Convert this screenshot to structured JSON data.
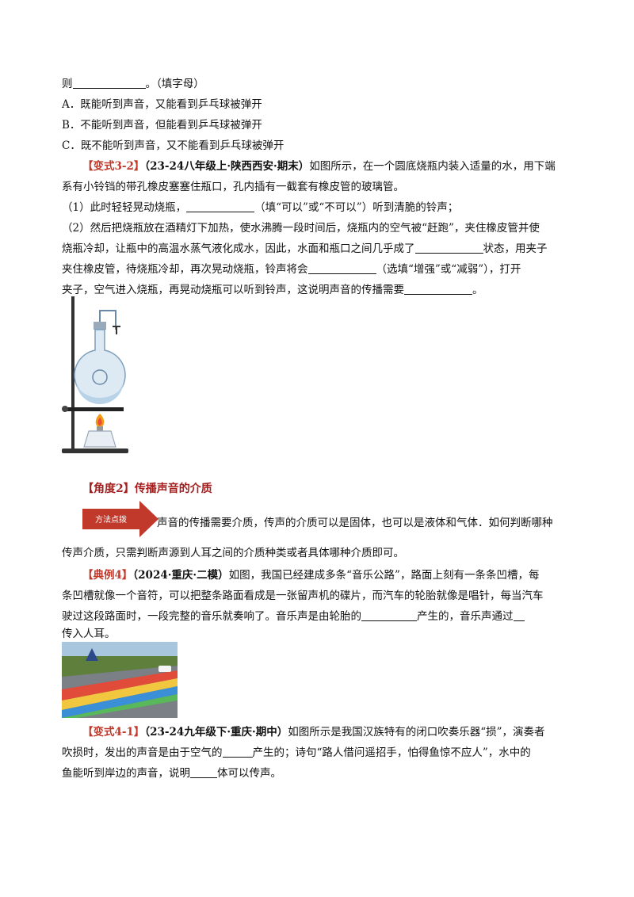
{
  "lines": {
    "q_prev_answer_prefix": "则",
    "q_prev_answer_suffix": "。（填字母）",
    "opt_a": "A．既能听到声音，又能看到乒乓球被弹开",
    "opt_b": "B．不能听到声音，但能看到乒乓球被弹开",
    "opt_c": "C．既不能听到声音，又不能看到乒乓球被弹开"
  },
  "variant32": {
    "tag": "【变式3-2】",
    "source": "（23-24八年级上·陕西西安·期末）",
    "line1": "如图所示，在一个圆底烧瓶内装入适量的水，用下端",
    "line2": "系有小铃铛的带孔橡皮塞塞住瓶口，孔内插有一截套有橡皮管的玻璃管。",
    "item1_a": "（1）此时轻轻晃动烧瓶，",
    "item1_b": "（填“可以”或“不可以”）听到清脆的铃声；",
    "item2_l1": "（2）然后把烧瓶放在酒精灯下加热，使水沸腾一段时间后，烧瓶内的空气被“赶跑”，夹住橡皮管并使",
    "item2_l2a": "烧瓶冷却，让瓶中的高温水蒸气液化成水，因此，水面和瓶口之间几乎成了",
    "item2_l2b": "状态，用夹子",
    "item2_l3a": "夹住橡皮管，待烧瓶冷却，再次晃动烧瓶，铃声将会",
    "item2_l3b": "（选填“增强”或“减弱”），打开",
    "item2_l4a": "夹子，空气进入烧瓶，再晃动烧瓶可以听到铃声，这说明声音的传播需要",
    "item2_l4b": "。"
  },
  "section": {
    "title": "【角度2】传播声音的介质"
  },
  "method": {
    "badge": "方法点拨",
    "text_l1": "声音的传播需要介质，传声的介质可以是固体，也可以是液体和气体．如何判断哪种",
    "text_l2": "传声介质，只需判断声源到人耳之间的介质种类或者具体哪种介质即可。"
  },
  "example4": {
    "tag": "【典例4】",
    "source": "（2024·重庆·二模）",
    "line1": "如图，我国已经建成多条“音乐公路”，路面上刻有一条条凹槽，每",
    "line2": "条凹槽就像一个音符，可以把整条路面看成是一张留声机的碟片，而汽车的轮胎就像是唱针，每当汽车",
    "line3a": "驶过这段路面时，一段完整的音乐就奏响了。音乐声是由轮胎的",
    "line3b": "产生的，音乐声通过",
    "line4": "传入人耳。"
  },
  "variant41": {
    "tag": "【变式4-1】",
    "source": "（23-24九年级下·重庆·期中）",
    "line1": "如图所示是我国汉族特有的闭口吹奏乐器“损”，演奏者",
    "line2a": "吹损时，发出的声音是由于空气的",
    "line2b": "产生的；诗句“路人借问遥招手，怕得鱼惊不应人”，水中的",
    "line3a": "鱼能听到岸边的声音，说明",
    "line3b": "体可以传声。"
  },
  "colors": {
    "tag": "#c0392b",
    "section": "#a31f1f",
    "badge_fill": "#c0392b",
    "badge_text": "#ffffff"
  }
}
